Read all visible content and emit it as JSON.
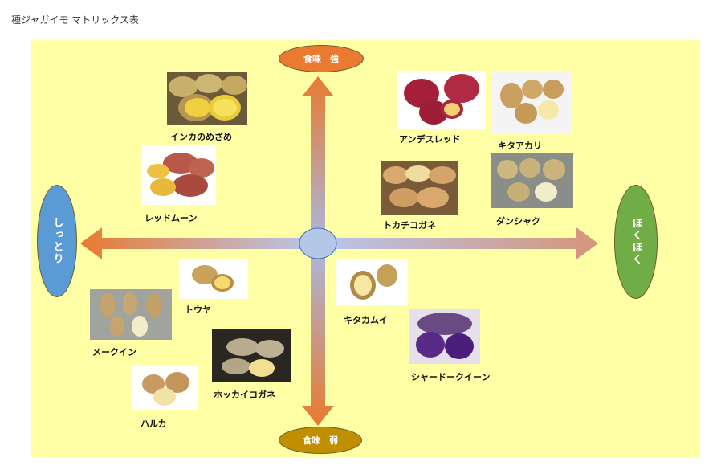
{
  "page": {
    "title": "種ジャガイモ マトリックス表"
  },
  "axes": {
    "top": "食味　強",
    "bottom": "食味　弱",
    "left": "しっとり",
    "right": "ほくほく"
  },
  "varieties": [
    {
      "id": "inca",
      "name": "インカのめざめ"
    },
    {
      "id": "redmoon",
      "name": "レッドムーン"
    },
    {
      "id": "andes",
      "name": "アンデスレッド"
    },
    {
      "id": "kitaakari",
      "name": "キタアカリ"
    },
    {
      "id": "tokachi",
      "name": "トカチコガネ"
    },
    {
      "id": "danshaku",
      "name": "ダンシャク"
    },
    {
      "id": "touya",
      "name": "トウヤ"
    },
    {
      "id": "mayqueen",
      "name": "メークイン"
    },
    {
      "id": "hokkai",
      "name": "ホッカイコガネ"
    },
    {
      "id": "haruka",
      "name": "ハルカ"
    },
    {
      "id": "kitakamui",
      "name": "キタカムイ"
    },
    {
      "id": "shadow",
      "name": "シャードークイーン"
    }
  ]
}
